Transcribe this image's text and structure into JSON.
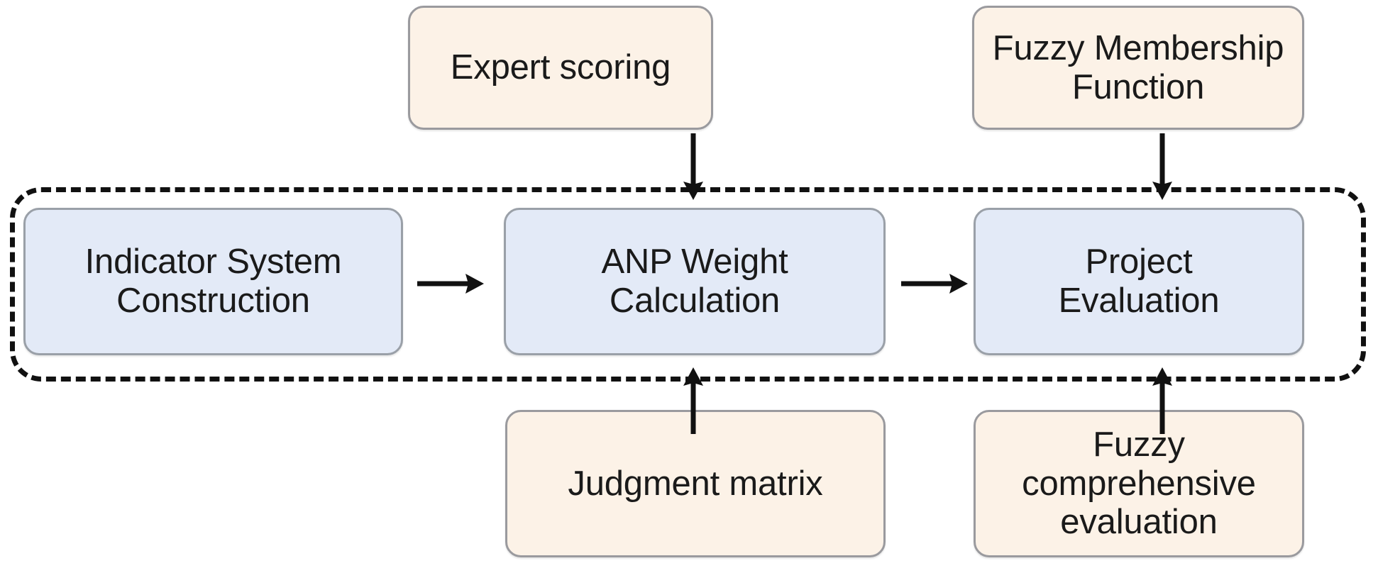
{
  "diagram": {
    "title": "ANP-Fuzzy project evaluation methodology flow",
    "colors": {
      "core_node_fill": "#e3eaf7",
      "aux_node_fill": "#fcf2e7",
      "node_border": "#9a9a9e",
      "group_border": "#111111",
      "text": "#1a1a1a",
      "background": "#ffffff"
    },
    "group": {
      "name": "main-process-group",
      "style": "dashed-rounded-rectangle"
    },
    "nodes": {
      "expert_scoring": {
        "label": "Expert scoring",
        "kind": "aux",
        "row": "top"
      },
      "fuzzy_membership_function": {
        "label": "Fuzzy Membership\nFunction",
        "kind": "aux",
        "row": "top"
      },
      "indicator_system_construction": {
        "label": "Indicator System\nConstruction",
        "kind": "core",
        "row": "middle"
      },
      "anp_weight_calculation": {
        "label": "ANP Weight\nCalculation",
        "kind": "core",
        "row": "middle"
      },
      "project_evaluation": {
        "label": "Project\nEvaluation",
        "kind": "core",
        "row": "middle"
      },
      "judgment_matrix": {
        "label": "Judgment matrix",
        "kind": "aux",
        "row": "bottom"
      },
      "fuzzy_comprehensive_evaluation": {
        "label": "Fuzzy\ncomprehensive\nevaluation",
        "kind": "aux",
        "row": "bottom"
      }
    },
    "edges": [
      {
        "name": "indicator-to-anp",
        "from": "indicator_system_construction",
        "to": "anp_weight_calculation",
        "direction": "right"
      },
      {
        "name": "anp-to-project",
        "from": "anp_weight_calculation",
        "to": "project_evaluation",
        "direction": "right"
      },
      {
        "name": "expert-to-anp",
        "from": "expert_scoring",
        "to": "anp_weight_calculation",
        "direction": "down"
      },
      {
        "name": "membership-to-project",
        "from": "fuzzy_membership_function",
        "to": "project_evaluation",
        "direction": "down"
      },
      {
        "name": "judgment-to-anp",
        "from": "judgment_matrix",
        "to": "anp_weight_calculation",
        "direction": "up"
      },
      {
        "name": "fuzzyeval-to-project",
        "from": "fuzzy_comprehensive_evaluation",
        "to": "project_evaluation",
        "direction": "up"
      }
    ]
  }
}
